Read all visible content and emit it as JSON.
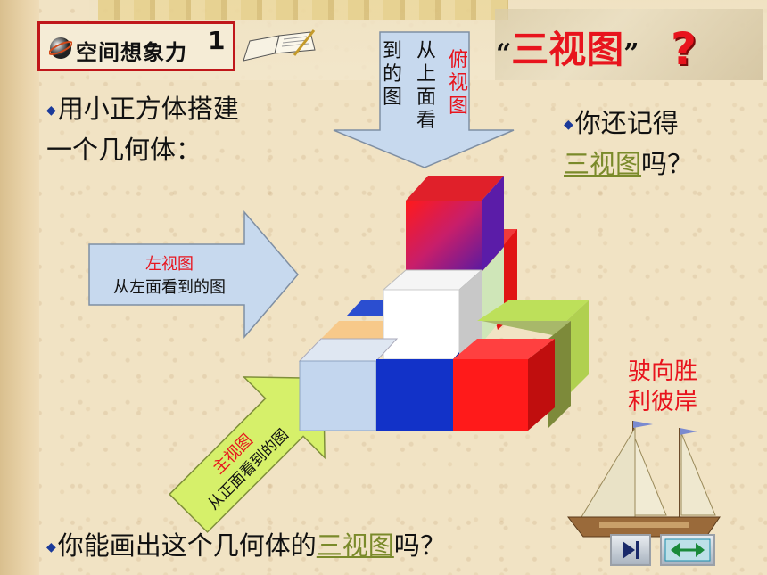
{
  "title": {
    "text": "空间想象力",
    "number": "1"
  },
  "heading": {
    "open_quote": "“",
    "text": "三视图",
    "close_quote": "”",
    "qmark": "?"
  },
  "bullets": {
    "build_line1": "用小正方体搭建",
    "build_line2": "一个几何体：",
    "remember_line1": "你还记得",
    "remember_link": "三视图",
    "remember_suffix": "吗？",
    "draw_prefix": "你能画出这个几何体的",
    "draw_link": "三视图",
    "draw_suffix": "吗？"
  },
  "arrows": {
    "top": {
      "title": "俯视图",
      "caption_col1": "从上面看",
      "caption_col2": "到的图"
    },
    "left": {
      "title": "左视图",
      "caption": "从左面看到的图"
    },
    "front": {
      "title": "主视图",
      "caption": "从正面看到的图"
    }
  },
  "slogan": {
    "line1": "驶向胜",
    "line2": "利彼岸"
  },
  "nav": {
    "play_icon": "play-end-icon",
    "back_icon": "return-arrows-icon"
  },
  "colors": {
    "title_border": "#c0171b",
    "heading": "#e8141d",
    "arrow_fill": "#c7d9ee",
    "front_arrow_fill": "#d6f06a"
  }
}
